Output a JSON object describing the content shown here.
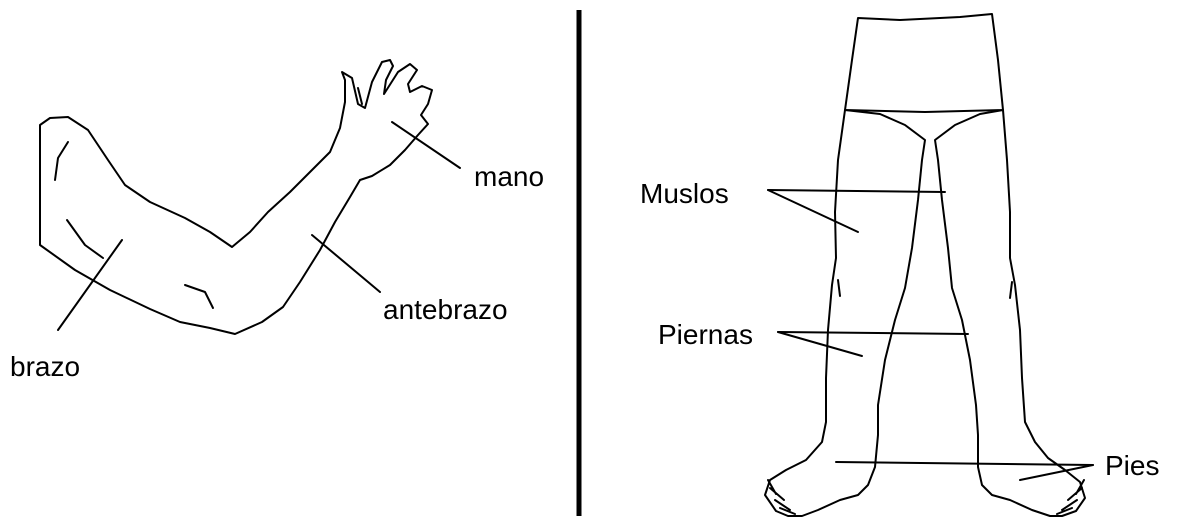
{
  "arm_labels": {
    "hand": "mano",
    "forearm": "antebrazo",
    "upper_arm": "brazo"
  },
  "leg_labels": {
    "thighs": "Muslos",
    "legs": "Piernas",
    "feet": "Pies"
  },
  "colors": {
    "ink": "#000000",
    "background": "#ffffff"
  }
}
